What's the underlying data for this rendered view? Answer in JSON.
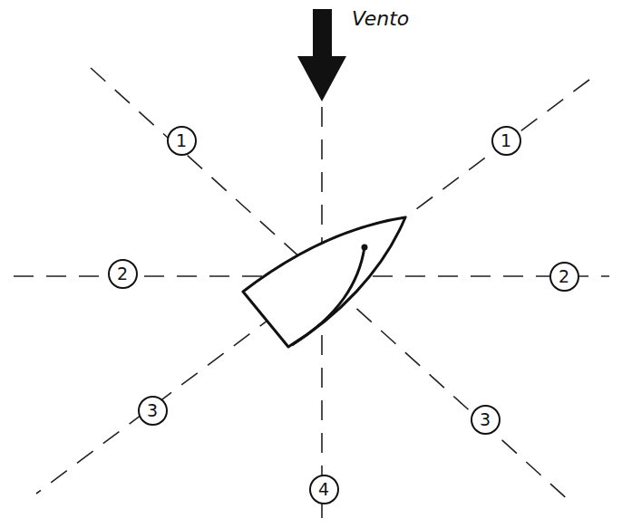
{
  "diagram": {
    "nodes": [
      {
        "text": [
          "1"
        ]
      },
      {
        "text": [
          "1"
        ]
      },
      {
        "text": [
          "2"
        ]
      },
      {
        "text": [
          "2"
        ]
      },
      {
        "text": [
          "3"
        ]
      },
      {
        "text": [
          "3"
        ]
      },
      {
        "text": [
          "4"
        ]
      }
    ],
    "labels": [
      "Vento"
    ]
  }
}
